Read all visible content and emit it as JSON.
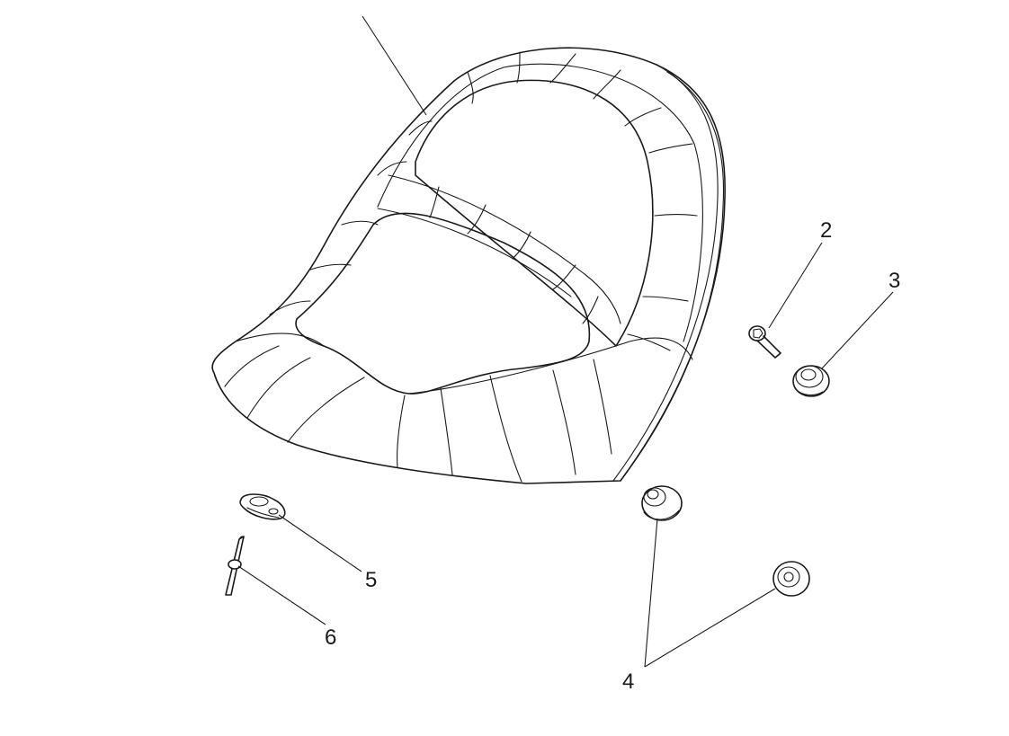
{
  "diagram": {
    "callouts": [
      {
        "id": "1",
        "label": ""
      },
      {
        "id": "2",
        "label": "2"
      },
      {
        "id": "3",
        "label": "3"
      },
      {
        "id": "4",
        "label": "4"
      },
      {
        "id": "5",
        "label": "5"
      },
      {
        "id": "6",
        "label": "6"
      }
    ]
  }
}
